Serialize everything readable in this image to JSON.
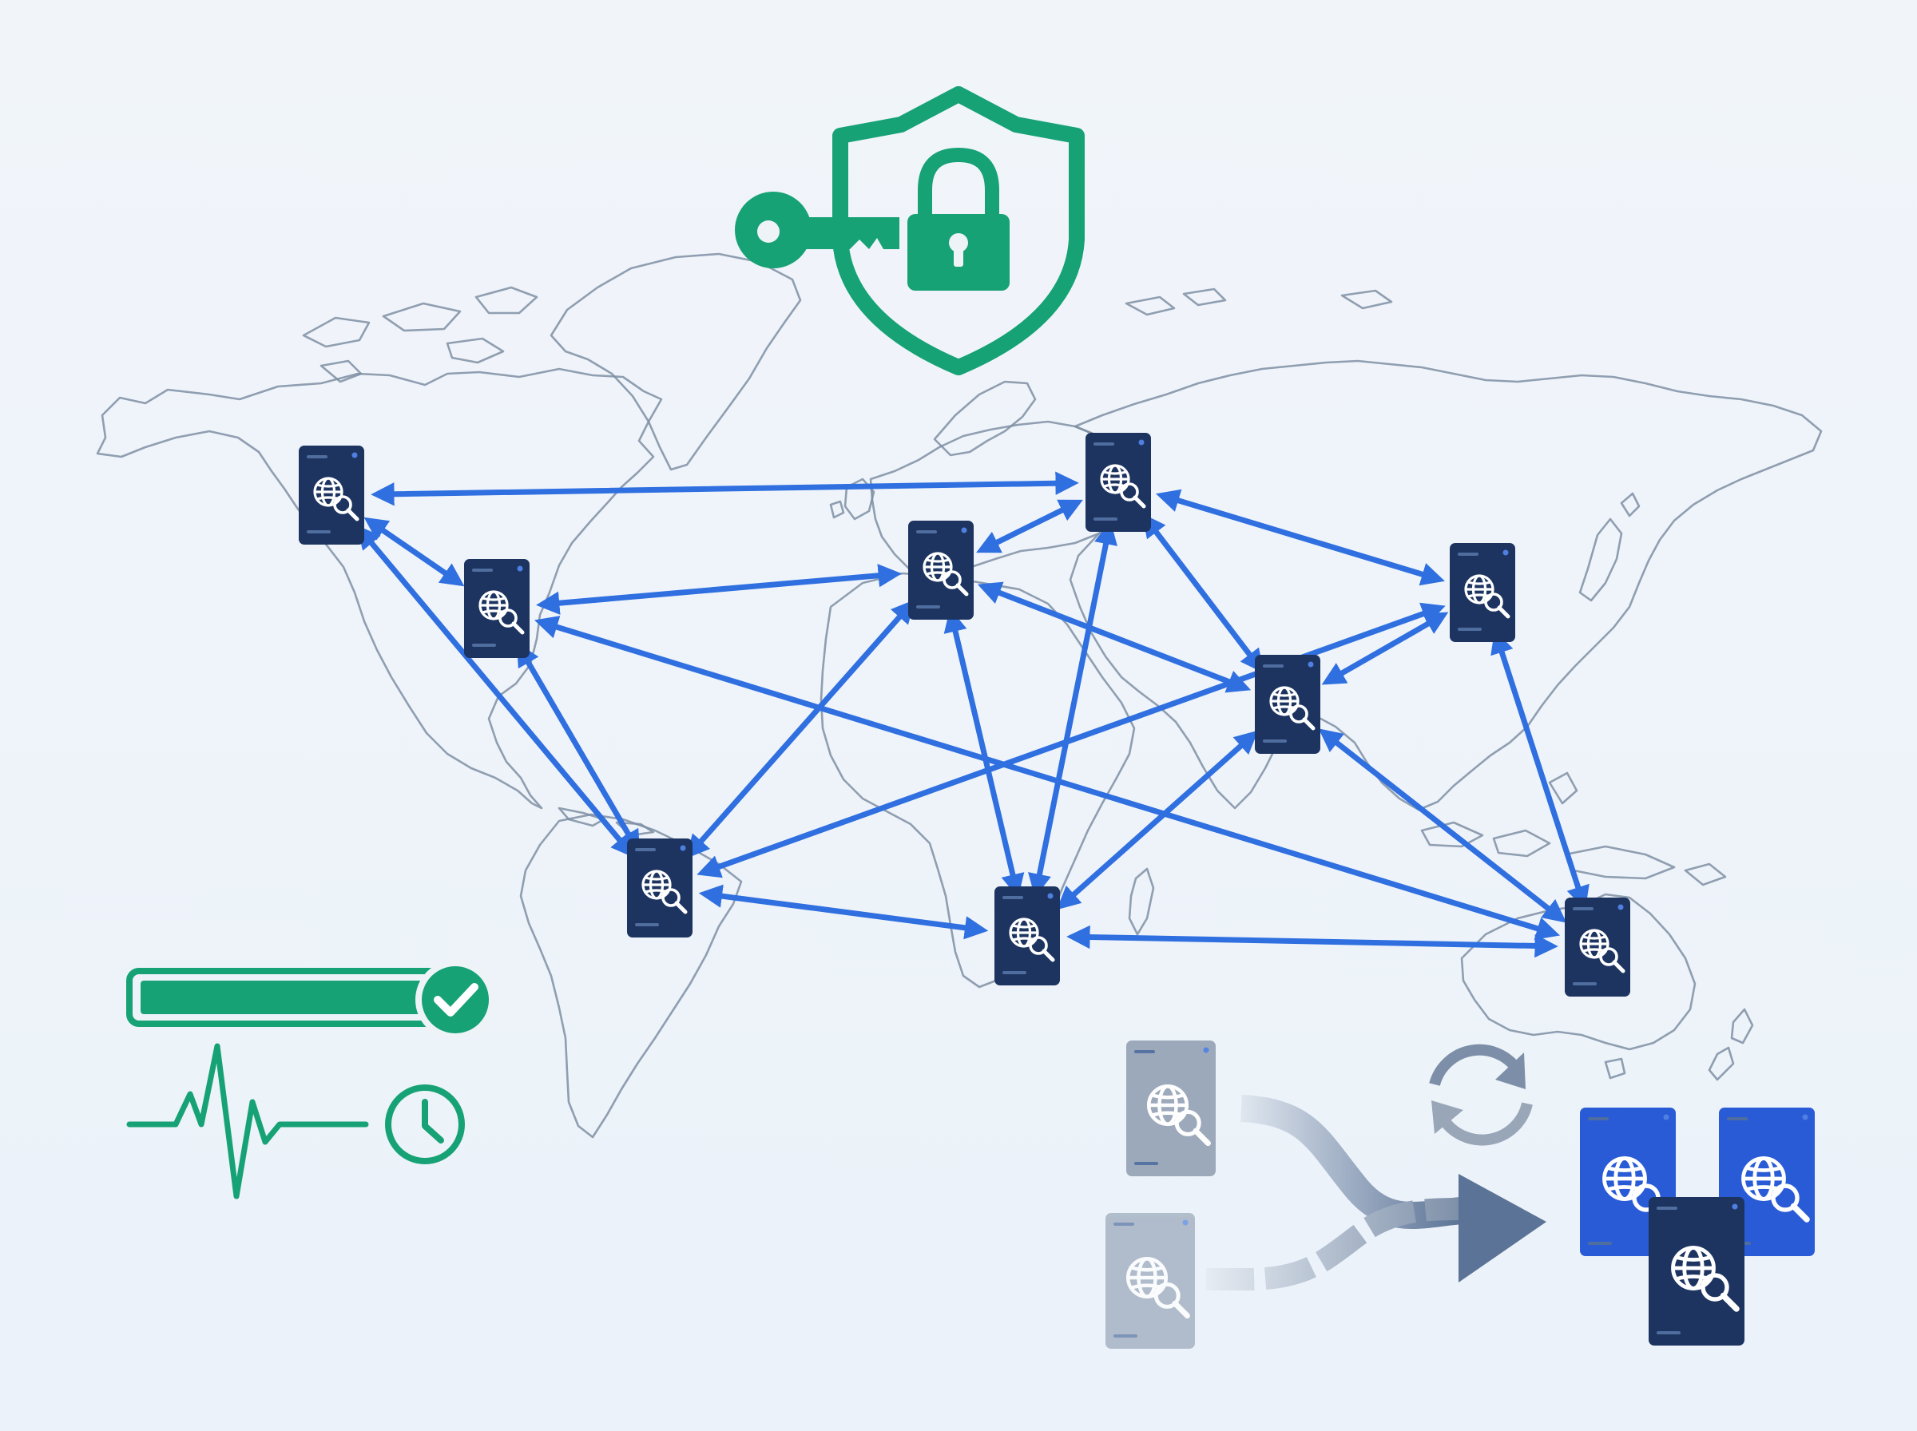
{
  "colors": {
    "link": "#2f6fe0",
    "server": "#1d3461",
    "server_replica": "#2a5bd7",
    "server_legacy": "#98a6b8",
    "security_green": "#16a274",
    "land_outline": "#7e8ea3"
  },
  "icons": {
    "security": [
      "shield-icon",
      "key-icon",
      "padlock-icon"
    ],
    "status": [
      "progress-bar",
      "checkmark-icon",
      "heartbeat-icon",
      "clock-icon"
    ],
    "migration": [
      "sync-icon",
      "merge-arrow-icon"
    ],
    "node": "globe-search-icon"
  },
  "status": {
    "progress": 1.0,
    "complete": true
  },
  "nodes": [
    {
      "id": "north-america-west",
      "label": ""
    },
    {
      "id": "north-america-east",
      "label": ""
    },
    {
      "id": "south-america",
      "label": ""
    },
    {
      "id": "western-europe",
      "label": ""
    },
    {
      "id": "eastern-europe",
      "label": ""
    },
    {
      "id": "south-asia",
      "label": ""
    },
    {
      "id": "east-asia",
      "label": ""
    },
    {
      "id": "southern-africa",
      "label": ""
    },
    {
      "id": "australia",
      "label": ""
    }
  ],
  "links": [
    [
      "north-america-west",
      "eastern-europe"
    ],
    [
      "north-america-west",
      "north-america-east"
    ],
    [
      "north-america-west",
      "south-america"
    ],
    [
      "north-america-east",
      "western-europe"
    ],
    [
      "north-america-east",
      "south-america"
    ],
    [
      "north-america-east",
      "australia"
    ],
    [
      "western-europe",
      "eastern-europe"
    ],
    [
      "western-europe",
      "south-america"
    ],
    [
      "western-europe",
      "southern-africa"
    ],
    [
      "western-europe",
      "south-asia"
    ],
    [
      "eastern-europe",
      "east-asia"
    ],
    [
      "eastern-europe",
      "south-asia"
    ],
    [
      "eastern-europe",
      "southern-africa"
    ],
    [
      "south-asia",
      "east-asia"
    ],
    [
      "south-asia",
      "southern-africa"
    ],
    [
      "south-asia",
      "australia"
    ],
    [
      "east-asia",
      "south-america"
    ],
    [
      "east-asia",
      "australia"
    ],
    [
      "south-america",
      "southern-africa"
    ],
    [
      "southern-africa",
      "australia"
    ]
  ],
  "migration": {
    "legacy_servers": 2,
    "replica_servers": 3
  }
}
